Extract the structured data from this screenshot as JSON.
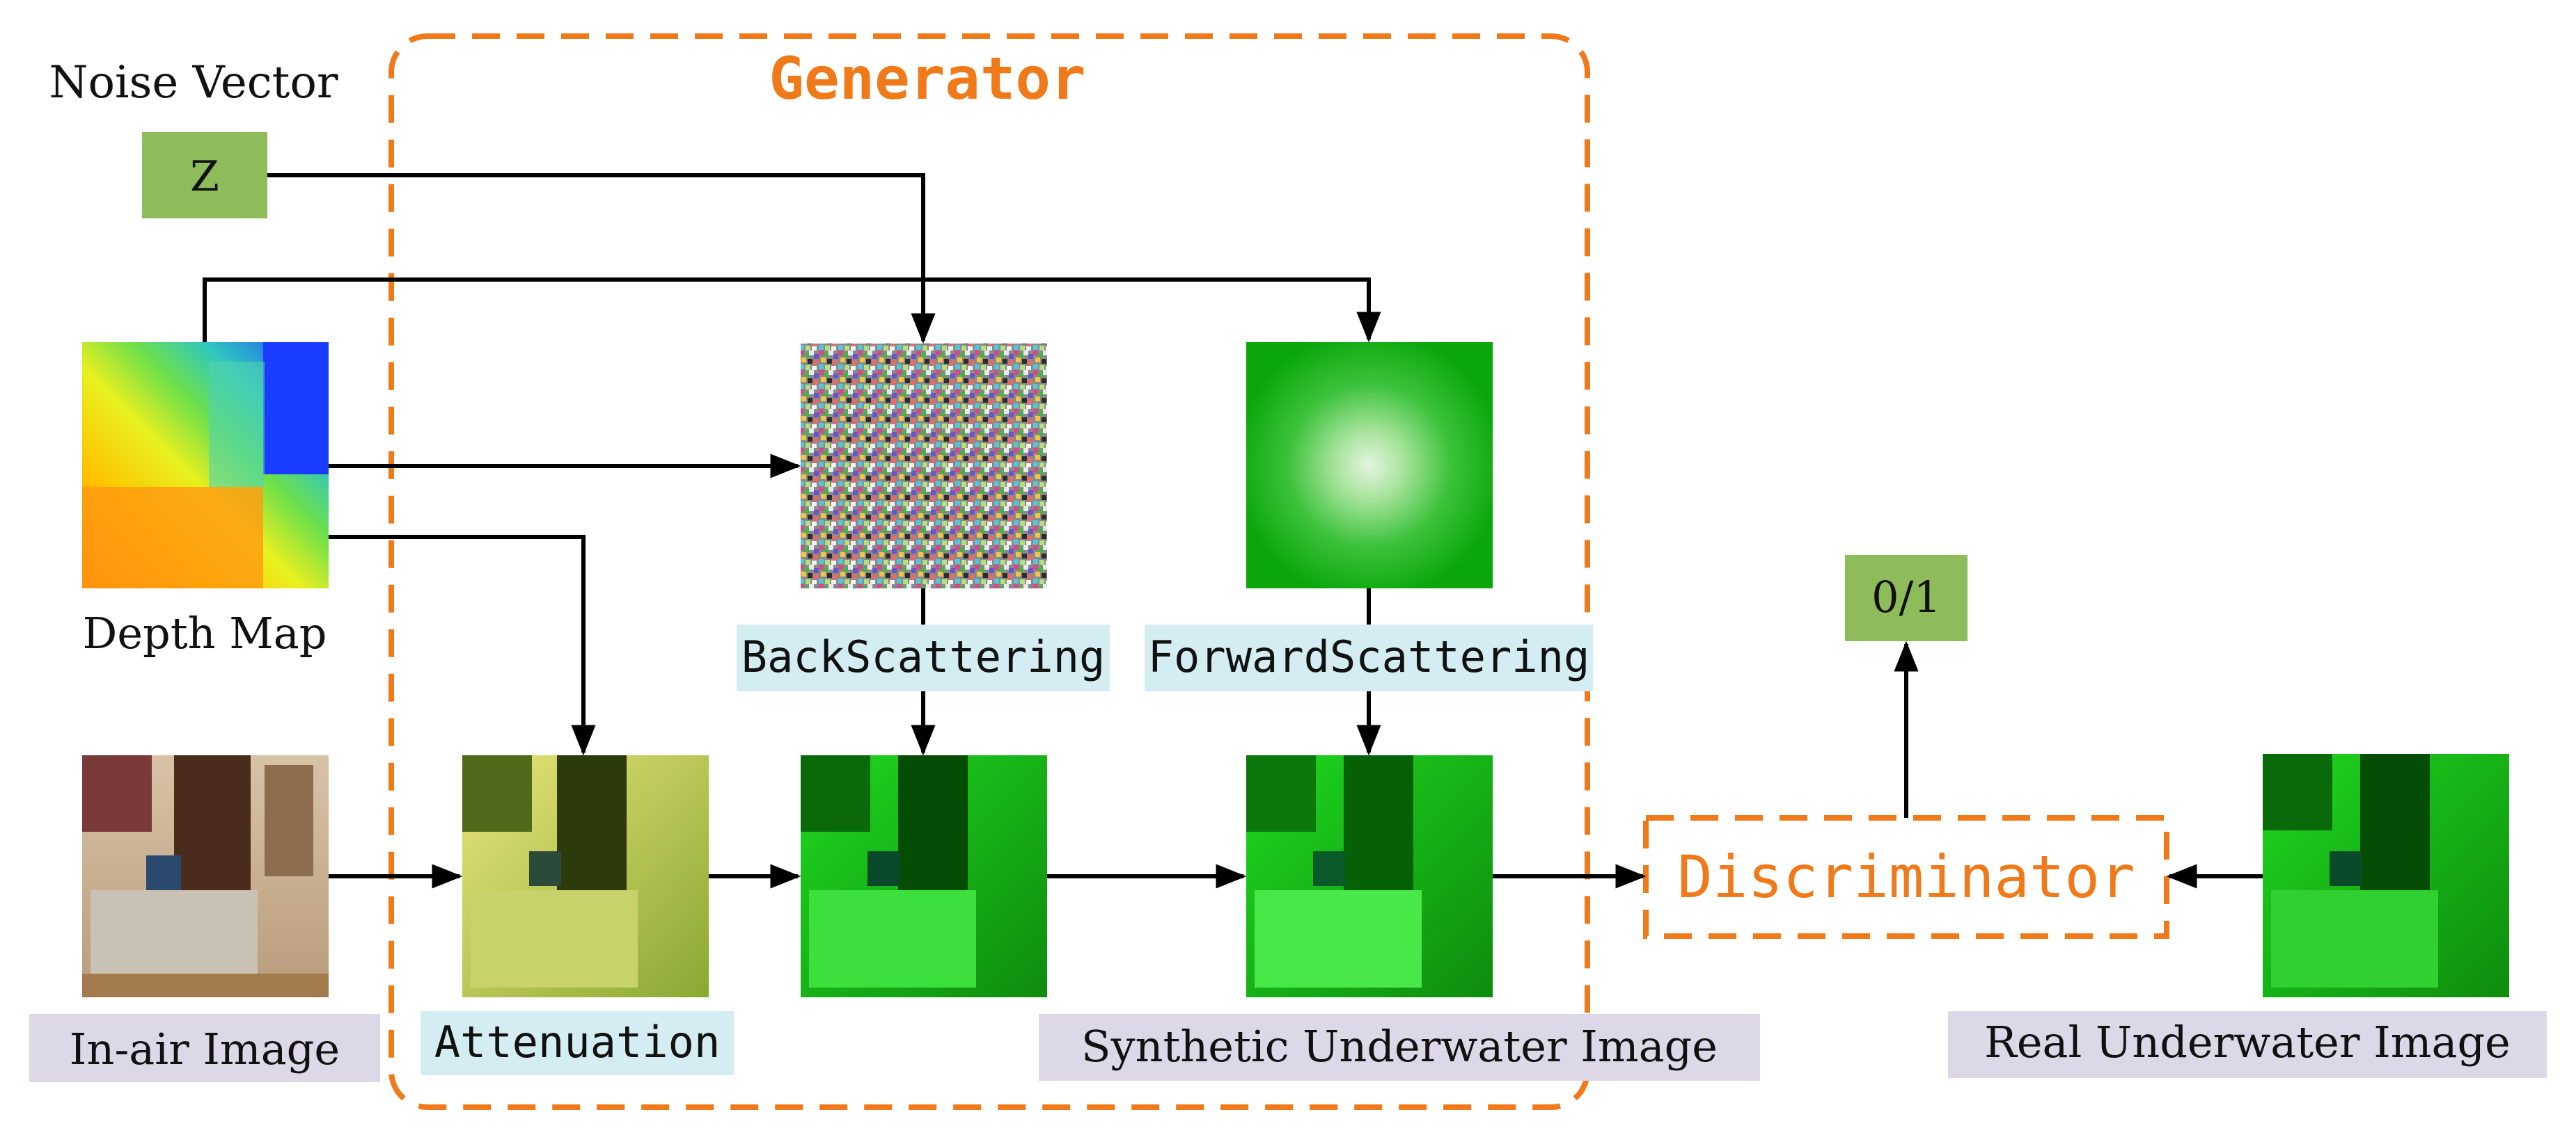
{
  "colors": {
    "orange": "#f07a1a",
    "green_box": "#8fbc5a",
    "lavender": "#ddd8e8",
    "light_blue": "#d3edf2",
    "arrow": "#000000"
  },
  "labels": {
    "noise_vector": "Noise Vector",
    "z": "Z",
    "generator": "Generator",
    "depth_map": "Depth Map",
    "backscattering": "BackScattering",
    "forwardscattering": "ForwardScattering",
    "in_air_image": "In-air Image",
    "attenuation": "Attenuation",
    "synthetic_underwater_image": "Synthetic Underwater Image",
    "discriminator": "Discriminator",
    "output": "0/1",
    "real_underwater_image": "Real Underwater Image"
  },
  "images": {
    "depth_map": "depth-map-thumbnail",
    "in_air": "in-air-room-photo",
    "attenuation": "attenuated-room-photo",
    "backscatter_noise": "backscatter-noise-texture",
    "backscatter_result": "green-tinted-room-photo",
    "forward_scatter": "forward-scatter-green-gradient",
    "synthetic": "synthetic-underwater-room-photo",
    "real_underwater": "real-underwater-room-photo"
  }
}
